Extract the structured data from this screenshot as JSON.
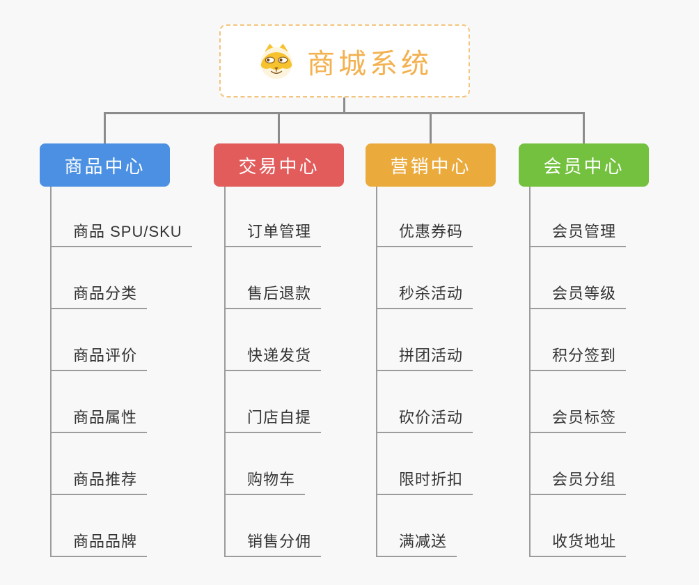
{
  "page": {
    "background": "#f8f8f8"
  },
  "root": {
    "title": "商城系统",
    "icon": "shiba-dog-icon",
    "background": "#ffffff",
    "border_color": "#f2c57e",
    "title_color": "#f3b150"
  },
  "connectors": {
    "color": "#8c8c8c"
  },
  "leaf_style": {
    "text_color": "#333333",
    "line_color": "#9c9c9c"
  },
  "branches": [
    {
      "label": "商品中心",
      "color": "#4b90e2",
      "children": [
        "商品 SPU/SKU",
        "商品分类",
        "商品评价",
        "商品属性",
        "商品推荐",
        "商品品牌"
      ]
    },
    {
      "label": "交易中心",
      "color": "#e25c5c",
      "children": [
        "订单管理",
        "售后退款",
        "快递发货",
        "门店自提",
        "购物车",
        "销售分佣"
      ]
    },
    {
      "label": "营销中心",
      "color": "#ebaa3c",
      "children": [
        "优惠券码",
        "秒杀活动",
        "拼团活动",
        "砍价活动",
        "限时折扣",
        "满减送"
      ]
    },
    {
      "label": "会员中心",
      "color": "#73c13e",
      "children": [
        "会员管理",
        "会员等级",
        "积分签到",
        "会员标签",
        "会员分组",
        "收货地址"
      ]
    }
  ]
}
